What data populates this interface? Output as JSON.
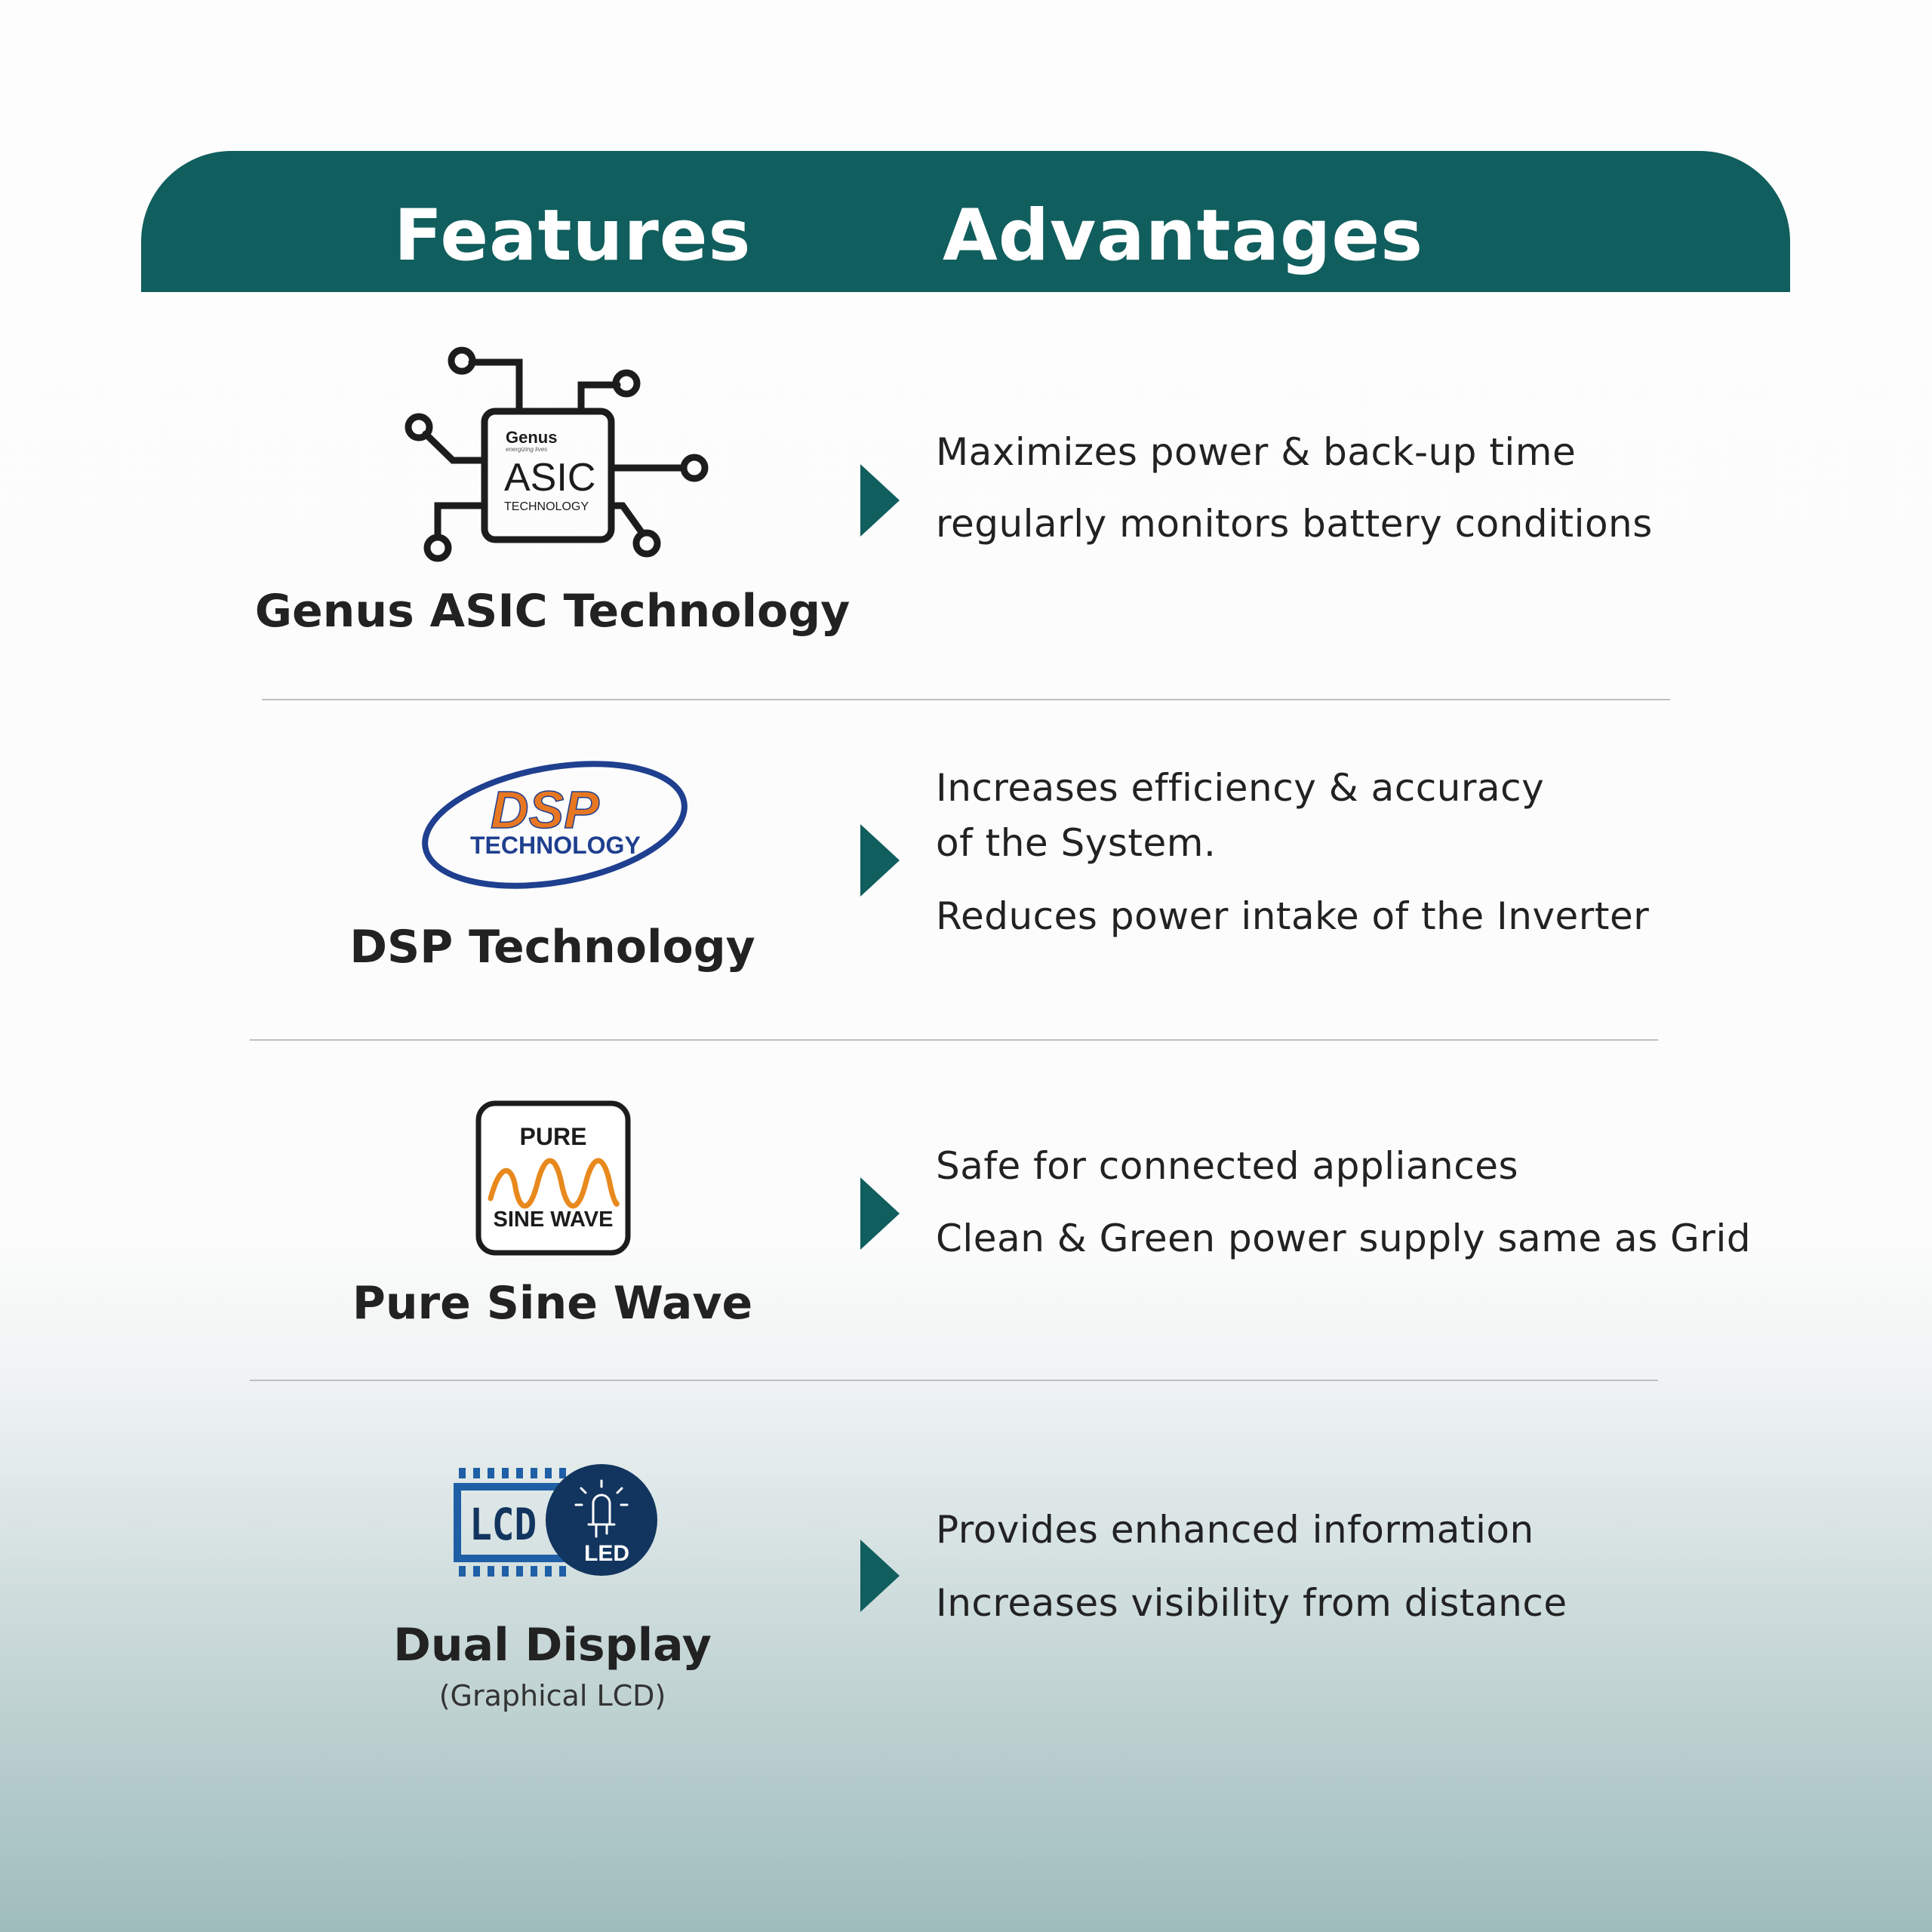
{
  "header": {
    "features_label": "Features",
    "advantages_label": "Advantages"
  },
  "colors": {
    "header_bg": "#115e5e",
    "arrow": "#115e5e",
    "dsp_orange": "#e87722",
    "dsp_blue": "#1f3f8f",
    "led_circle": "#12355f",
    "lcd_blue": "#1e5fa6",
    "sine_orange": "#e8891e"
  },
  "rows": [
    {
      "feature": "Genus ASIC Technology",
      "icon": "asic-chip-icon",
      "icon_text": {
        "brand": "Genus",
        "tagline": "energizing lives",
        "main": "ASIC",
        "sub": "TECHNOLOGY"
      },
      "advantages": [
        "Maximizes power & back-up time",
        "regularly monitors battery conditions"
      ]
    },
    {
      "feature": "DSP Technology",
      "icon": "dsp-logo-icon",
      "icon_text": {
        "main": "DSP",
        "sub": "TECHNOLOGY"
      },
      "advantages": [
        "Increases efficiency & accuracy",
        "of the System.",
        "Reduces power intake of the Inverter"
      ]
    },
    {
      "feature": "Pure Sine Wave",
      "icon": "sine-wave-icon",
      "icon_text": {
        "top": "PURE",
        "bottom": "SINE WAVE"
      },
      "advantages": [
        "Safe for connected appliances",
        "Clean & Green power supply same as Grid"
      ]
    },
    {
      "feature": "Dual Display",
      "feature_sub": "(Graphical LCD)",
      "icon": "lcd-led-icon",
      "icon_text": {
        "lcd": "LCD",
        "led": "LED"
      },
      "advantages": [
        "Provides enhanced information",
        "Increases visibility from distance"
      ]
    }
  ]
}
